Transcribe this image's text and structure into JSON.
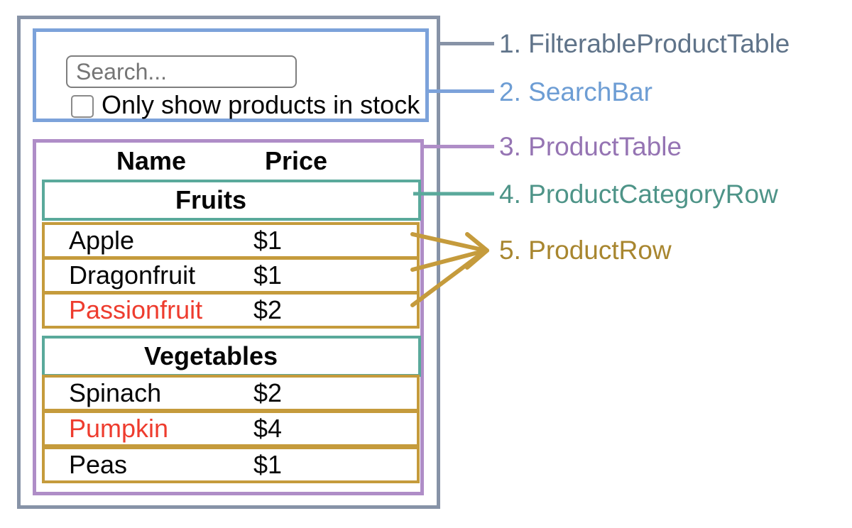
{
  "diagram": {
    "search_bar": {
      "search_placeholder": "Search...",
      "checkbox_label": "Only show products in stock",
      "checkbox_checked": false
    },
    "product_table": {
      "columns": {
        "name": "Name",
        "price": "Price"
      },
      "sections": [
        {
          "category": "Fruits",
          "rows": [
            {
              "name": "Apple",
              "price": "$1",
              "name_color": "#050505"
            },
            {
              "name": "Dragonfruit",
              "price": "$1",
              "name_color": "#050505"
            },
            {
              "name": "Passionfruit",
              "price": "$2",
              "name_color": "#ee3c2e"
            }
          ]
        },
        {
          "category": "Vegetables",
          "rows": [
            {
              "name": "Spinach",
              "price": "$2",
              "name_color": "#050505"
            },
            {
              "name": "Pumpkin",
              "price": "$4",
              "name_color": "#ee3c2e"
            },
            {
              "name": "Peas",
              "price": "$1",
              "name_color": "#050505"
            }
          ]
        }
      ]
    }
  },
  "legend": {
    "items": [
      {
        "label": "1. FilterableProductTable",
        "color": "#5f7389"
      },
      {
        "label": "2. SearchBar",
        "color": "#6d9dd4"
      },
      {
        "label": "3. ProductTable",
        "color": "#9574b3"
      },
      {
        "label": "4. ProductCategoryRow",
        "color": "#4e9488"
      },
      {
        "label": "5. ProductRow",
        "color": "#a8862f"
      }
    ]
  },
  "colors": {
    "filterable_product_table_border": "#8793a7",
    "search_bar_border": "#7ca2da",
    "product_table_border": "#af8dc7",
    "product_category_row_border": "#5aa99b",
    "product_row_border": "#c59b3c",
    "out_of_stock_text": "#ee3c2e",
    "text": "#050505",
    "placeholder_text": "#757575"
  }
}
